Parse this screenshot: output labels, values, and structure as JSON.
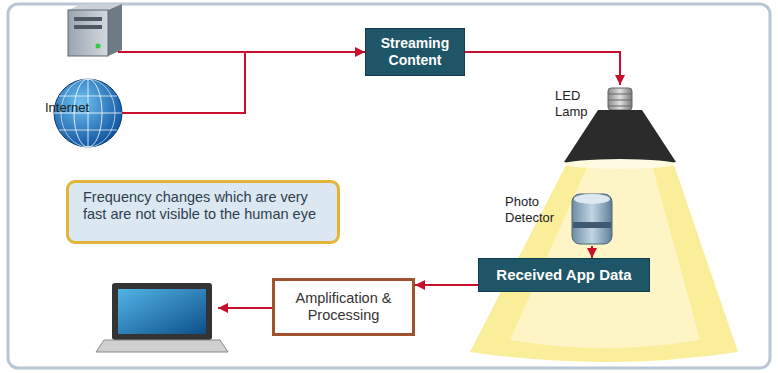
{
  "diagram": {
    "nodes": [
      {
        "text": [
          "Internet"
        ]
      },
      {
        "text": [
          "Streaming Content"
        ]
      },
      {
        "text": [
          "LED Lamp"
        ]
      },
      {
        "text": [
          "Frequency changes which are very fast are not visible to the human eye"
        ]
      },
      {
        "text": [
          "Photo Detector"
        ]
      },
      {
        "text": [
          "Received App Data"
        ]
      },
      {
        "text": [
          "Amplification & Processing"
        ]
      }
    ],
    "edges": [
      {
        "from": 0,
        "to": 1,
        "arrow": "to"
      },
      {
        "from": 1,
        "to": 2,
        "arrow": "to"
      },
      {
        "from": 4,
        "to": 5,
        "arrow": "to"
      },
      {
        "from": 5,
        "to": 6,
        "arrow": "to"
      }
    ]
  }
}
